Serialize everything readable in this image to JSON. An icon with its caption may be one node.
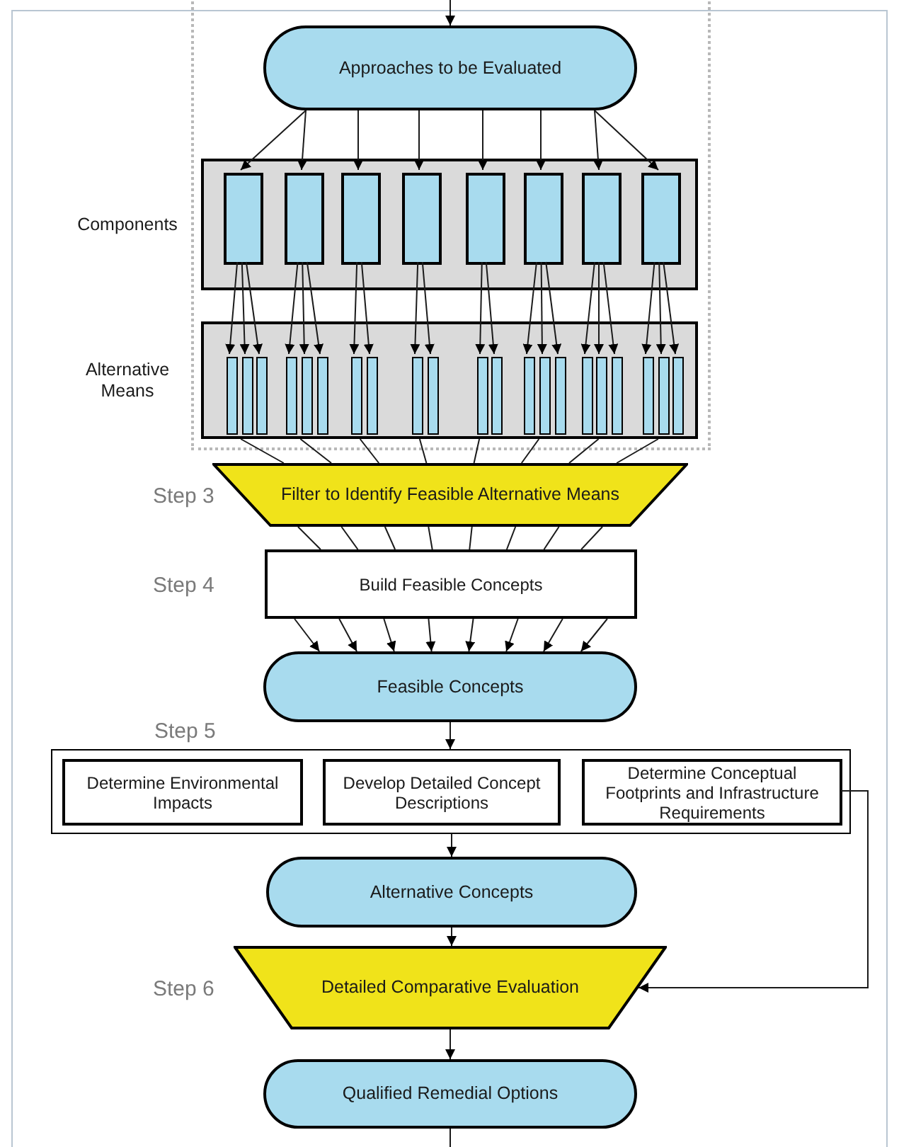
{
  "diagram": {
    "nodes": [
      {
        "text": [
          "Approaches to be Evaluated"
        ]
      },
      {
        "text": [
          "Components"
        ]
      },
      {
        "text": [],
        "shape": "box",
        "in": 1
      },
      {
        "text": [],
        "shape": "box",
        "in": 1
      },
      {
        "text": [],
        "shape": "box",
        "in": 1
      },
      {
        "text": [],
        "shape": "box",
        "in": 1
      },
      {
        "text": [],
        "shape": "box",
        "in": 1
      },
      {
        "text": [],
        "shape": "box",
        "in": 1
      },
      {
        "text": [],
        "shape": "box",
        "in": 1
      },
      {
        "text": [],
        "shape": "box",
        "in": 1
      },
      {
        "text": [
          "Alternative Means"
        ]
      },
      {
        "text": [],
        "shape": "bar",
        "in": 10
      },
      {
        "text": [],
        "shape": "bar",
        "in": 10
      },
      {
        "text": [],
        "shape": "bar",
        "in": 10
      },
      {
        "text": [],
        "shape": "bar",
        "in": 10
      },
      {
        "text": [],
        "shape": "bar",
        "in": 10
      },
      {
        "text": [],
        "shape": "bar",
        "in": 10
      },
      {
        "text": [],
        "shape": "bar",
        "in": 10
      },
      {
        "text": [],
        "shape": "bar",
        "in": 10
      },
      {
        "text": [],
        "shape": "bar",
        "in": 10
      },
      {
        "text": [],
        "shape": "bar",
        "in": 10
      },
      {
        "text": [],
        "shape": "bar",
        "in": 10
      },
      {
        "text": [],
        "shape": "bar",
        "in": 10
      },
      {
        "text": [],
        "shape": "bar",
        "in": 10
      },
      {
        "text": [],
        "shape": "bar",
        "in": 10
      },
      {
        "text": [],
        "shape": "bar",
        "in": 10
      },
      {
        "text": [],
        "shape": "bar",
        "in": 10
      },
      {
        "text": [],
        "shape": "bar",
        "in": 10
      },
      {
        "text": [],
        "shape": "bar",
        "in": 10
      },
      {
        "text": [],
        "shape": "bar",
        "in": 10
      },
      {
        "text": [],
        "shape": "bar",
        "in": 10
      },
      {
        "text": [],
        "shape": "bar",
        "in": 10
      },
      {
        "text": [
          "Filter to Identify Feasible Alternative Means"
        ],
        "beside": [
          "Step 3"
        ]
      },
      {
        "text": [
          "Build Feasible Concepts"
        ],
        "beside": [
          "Step 4"
        ]
      },
      {
        "text": [
          "Feasible Concepts"
        ]
      },
      {
        "text": [
          "Step 5"
        ]
      },
      {
        "text": [
          "Determine Environmental Impacts"
        ],
        "in": 35
      },
      {
        "text": [
          "Develop Detailed Concept Descriptions"
        ],
        "in": 35
      },
      {
        "text": [
          "Determine Conceptual Footprints and Infrastructure Requirements"
        ],
        "in": 35
      },
      {
        "text": [
          "Alternative Concepts"
        ]
      },
      {
        "text": [
          "Detailed Comparative Evaluation"
        ],
        "beside": [
          "Step 6"
        ]
      },
      {
        "text": [
          "Qualified Remedial Options"
        ]
      }
    ],
    "edges": [
      {
        "from": null,
        "to": 0,
        "arrow": "to"
      },
      {
        "from": 0,
        "to": 2,
        "arrow": "to"
      },
      {
        "from": 0,
        "to": 3,
        "arrow": "to"
      },
      {
        "from": 0,
        "to": 4,
        "arrow": "to"
      },
      {
        "from": 0,
        "to": 5,
        "arrow": "to"
      },
      {
        "from": 0,
        "to": 6,
        "arrow": "to"
      },
      {
        "from": 0,
        "to": 7,
        "arrow": "to"
      },
      {
        "from": 0,
        "to": 8,
        "arrow": "to"
      },
      {
        "from": 0,
        "to": 9,
        "arrow": "to"
      },
      {
        "from": 2,
        "to": 11,
        "arrow": "to"
      },
      {
        "from": 2,
        "to": 12,
        "arrow": "to"
      },
      {
        "from": 2,
        "to": 13,
        "arrow": "to"
      },
      {
        "from": 3,
        "to": 14,
        "arrow": "to"
      },
      {
        "from": 3,
        "to": 15,
        "arrow": "to"
      },
      {
        "from": 3,
        "to": 16,
        "arrow": "to"
      },
      {
        "from": 4,
        "to": 17,
        "arrow": "to"
      },
      {
        "from": 4,
        "to": 18,
        "arrow": "to"
      },
      {
        "from": 5,
        "to": 19,
        "arrow": "to"
      },
      {
        "from": 5,
        "to": 20,
        "arrow": "to"
      },
      {
        "from": 6,
        "to": 21,
        "arrow": "to"
      },
      {
        "from": 6,
        "to": 22,
        "arrow": "to"
      },
      {
        "from": 7,
        "to": 23,
        "arrow": "to"
      },
      {
        "from": 7,
        "to": 24,
        "arrow": "to"
      },
      {
        "from": 7,
        "to": 25,
        "arrow": "to"
      },
      {
        "from": 8,
        "to": 26,
        "arrow": "to"
      },
      {
        "from": 8,
        "to": 27,
        "arrow": "to"
      },
      {
        "from": 8,
        "to": 28,
        "arrow": "to"
      },
      {
        "from": 9,
        "to": 29,
        "arrow": "to"
      },
      {
        "from": 9,
        "to": 30,
        "arrow": "to"
      },
      {
        "from": 9,
        "to": 31,
        "arrow": "to"
      },
      {
        "from": 10,
        "to": 32,
        "arrow": "none"
      },
      {
        "from": 10,
        "to": 32,
        "arrow": "none"
      },
      {
        "from": 10,
        "to": 32,
        "arrow": "none"
      },
      {
        "from": 10,
        "to": 32,
        "arrow": "none"
      },
      {
        "from": 10,
        "to": 32,
        "arrow": "none"
      },
      {
        "from": 10,
        "to": 32,
        "arrow": "none"
      },
      {
        "from": 10,
        "to": 32,
        "arrow": "none"
      },
      {
        "from": 10,
        "to": 32,
        "arrow": "none"
      },
      {
        "from": 32,
        "to": 33,
        "arrow": "none"
      },
      {
        "from": 32,
        "to": 33,
        "arrow": "none"
      },
      {
        "from": 32,
        "to": 33,
        "arrow": "none"
      },
      {
        "from": 32,
        "to": 33,
        "arrow": "none"
      },
      {
        "from": 32,
        "to": 33,
        "arrow": "none"
      },
      {
        "from": 32,
        "to": 33,
        "arrow": "none"
      },
      {
        "from": 32,
        "to": 33,
        "arrow": "none"
      },
      {
        "from": 32,
        "to": 33,
        "arrow": "none"
      },
      {
        "from": 33,
        "to": 34,
        "arrow": "to"
      },
      {
        "from": 33,
        "to": 34,
        "arrow": "to"
      },
      {
        "from": 33,
        "to": 34,
        "arrow": "to"
      },
      {
        "from": 33,
        "to": 34,
        "arrow": "to"
      },
      {
        "from": 33,
        "to": 34,
        "arrow": "to"
      },
      {
        "from": 33,
        "to": 34,
        "arrow": "to"
      },
      {
        "from": 33,
        "to": 34,
        "arrow": "to"
      },
      {
        "from": 33,
        "to": 34,
        "arrow": "to"
      },
      {
        "from": 34,
        "to": 35,
        "arrow": "to"
      },
      {
        "from": 35,
        "to": 39,
        "arrow": "to"
      },
      {
        "from": 38,
        "to": 40,
        "arrow": "to"
      },
      {
        "from": 39,
        "to": 40,
        "arrow": "to"
      },
      {
        "from": 40,
        "to": 41,
        "arrow": "to"
      },
      {
        "from": 41,
        "to": null,
        "arrow": "none"
      }
    ]
  }
}
